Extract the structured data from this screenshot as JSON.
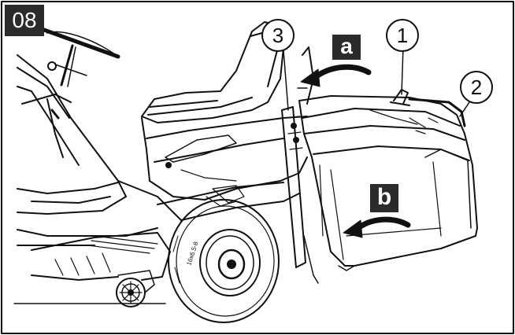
{
  "step_number": "08",
  "callouts": {
    "one": "1",
    "two": "2",
    "three": "3"
  },
  "arrows": {
    "a": "a",
    "b": "b"
  },
  "wheel_label": "16x6.5-8",
  "colors": {
    "ink": "#111111",
    "label_box": "#2b2b2b",
    "background": "#ffffff"
  }
}
